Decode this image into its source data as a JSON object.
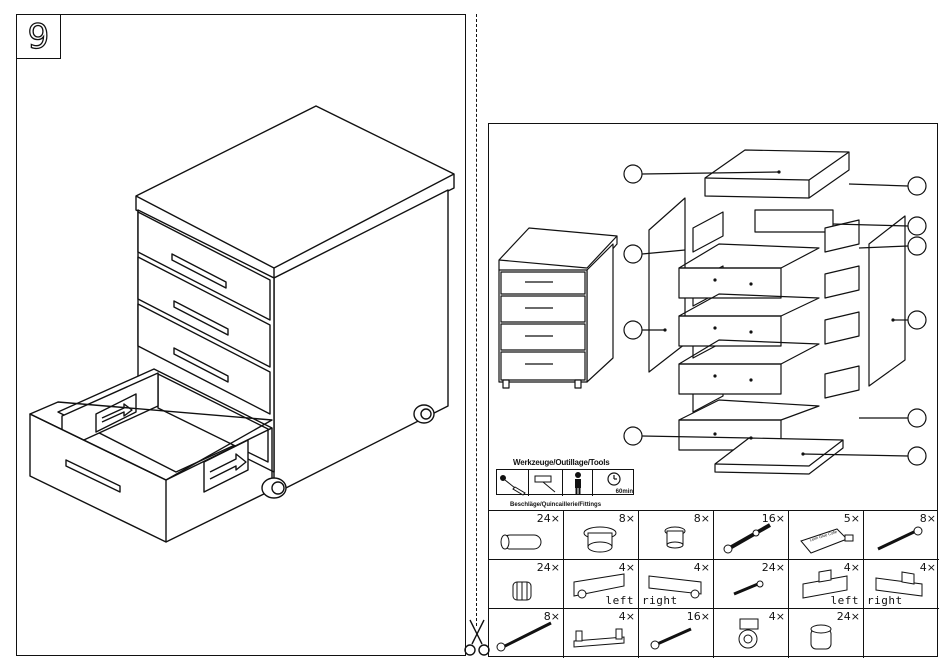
{
  "step": {
    "number": "9"
  },
  "tools": {
    "title": "Werkzeuge/Outillage/Tools",
    "time": "60min"
  },
  "fittings": {
    "title": "Beschläge/Quincaillerie/Fittings",
    "items": [
      {
        "qty": "24×",
        "icon": "wooden-dowel"
      },
      {
        "qty": "8×",
        "icon": "cam-lock"
      },
      {
        "qty": "8×",
        "icon": "cam-lock-small"
      },
      {
        "qty": "16×",
        "icon": "cam-bolt"
      },
      {
        "qty": "5×",
        "icon": "glue-tube"
      },
      {
        "qty": "8×",
        "icon": "screw"
      },
      {
        "qty": "24×",
        "icon": "spring-dowel"
      },
      {
        "qty": "4×",
        "icon": "drawer-runner-left",
        "label": "left"
      },
      {
        "qty": "4×",
        "icon": "drawer-runner-right",
        "label": "right"
      },
      {
        "qty": "24×",
        "icon": "short-screw"
      },
      {
        "qty": "4×",
        "icon": "runner-bracket-left",
        "label": "left"
      },
      {
        "qty": "4×",
        "icon": "runner-bracket-right",
        "label": "right"
      },
      {
        "qty": "8×",
        "icon": "long-screw"
      },
      {
        "qty": "4×",
        "icon": "drawer-handle"
      },
      {
        "qty": "16×",
        "icon": "screw-medium"
      },
      {
        "qty": "4×",
        "icon": "castor-wheel"
      },
      {
        "qty": "24×",
        "icon": "dowel-short"
      },
      {
        "qty": "",
        "icon": "empty"
      }
    ]
  },
  "glue_label": "Leim Glue Colle"
}
